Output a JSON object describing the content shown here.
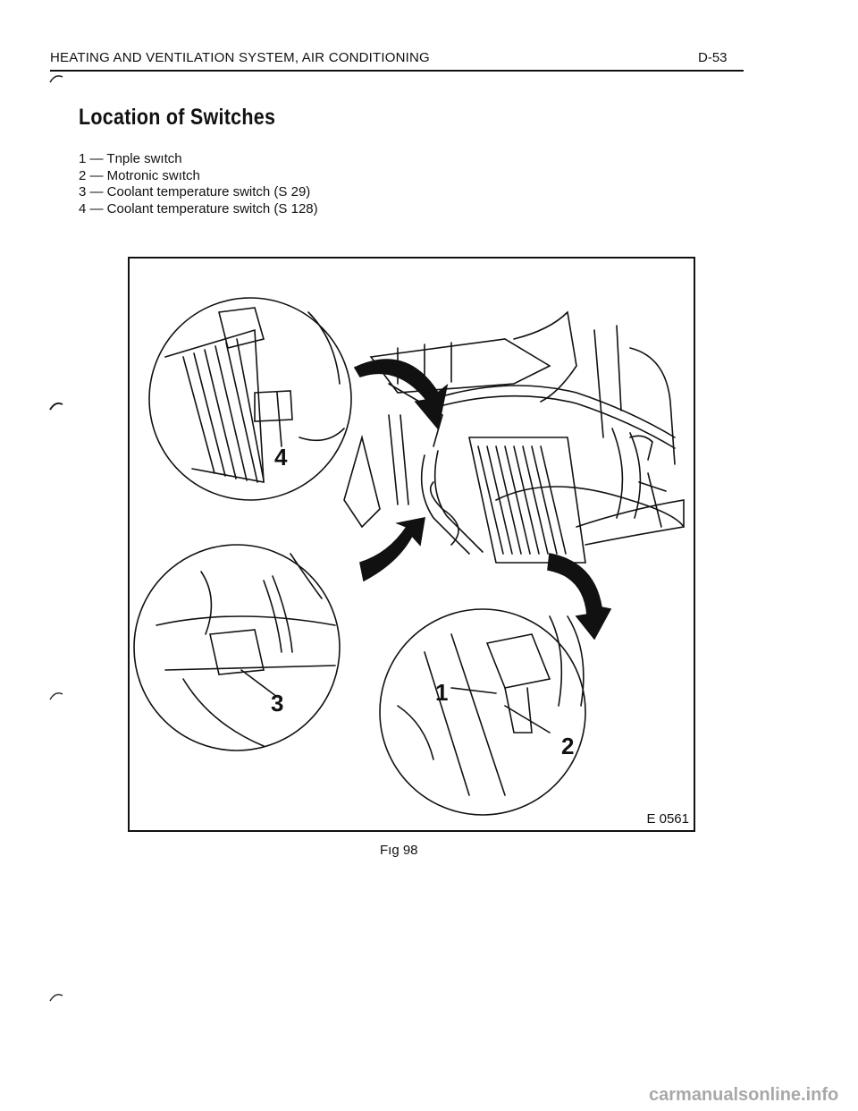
{
  "header": {
    "section_title": "HEATING AND VENTILATION SYSTEM, AIR CONDITIONING",
    "page_number": "D-53"
  },
  "title": "Location of Switches",
  "legend": [
    {
      "text": "1 — Tnple swıtch"
    },
    {
      "text": "2 — Motronic swıtch"
    },
    {
      "text": "3 — Coolant temperature switch (S 29)"
    },
    {
      "text": "4 — Coolant temperature switch (S 128)"
    }
  ],
  "figure": {
    "code": "E 0561",
    "callouts": [
      "1",
      "2",
      "3",
      "4"
    ],
    "caption": "Fıg 98"
  },
  "watermark": "carmanualsonline.info"
}
